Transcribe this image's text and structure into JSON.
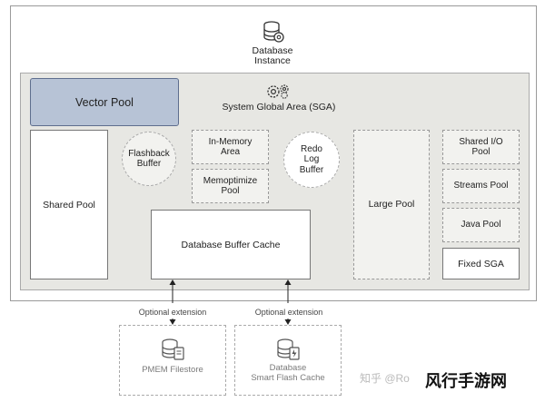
{
  "instance": {
    "label": "Database Instance",
    "label_line1": "Database",
    "label_line2": "Instance",
    "icon": "database-icon"
  },
  "sga": {
    "label": "System Global Area (SGA)",
    "icon": "gears-icon"
  },
  "components": {
    "vector_pool": "Vector Pool",
    "shared_pool": "Shared Pool",
    "flashback": {
      "line1": "Flashback",
      "line2": "Buffer"
    },
    "in_memory": {
      "line1": "In-Memory",
      "line2": "Area"
    },
    "memoptimize": {
      "line1": "Memoptimize",
      "line2": "Pool"
    },
    "redo": {
      "line1": "Redo",
      "line2": "Log",
      "line3": "Buffer"
    },
    "buffer_cache": "Database Buffer Cache",
    "large_pool": "Large Pool",
    "shared_io": {
      "line1": "Shared I/O",
      "line2": "Pool"
    },
    "streams_pool": "Streams Pool",
    "java_pool": "Java Pool",
    "fixed_sga": "Fixed SGA"
  },
  "extensions": {
    "left_label": "Optional extension",
    "right_label": "Optional extension",
    "pmem": "PMEM Filestore",
    "flash": {
      "line1": "Database",
      "line2": "Smart Flash Cache"
    }
  },
  "watermark": {
    "text": "知乎 @Ro",
    "brand": "风行手游网"
  },
  "colors": {
    "vector_pool": "#b7c3d6",
    "sga_bg": "#e7e7e3",
    "border": "#9a9a9a"
  }
}
